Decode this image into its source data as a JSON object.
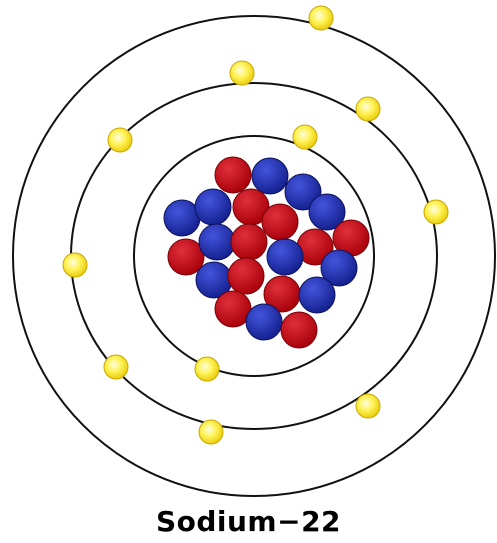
{
  "title": "Sodium−22",
  "colors": {
    "proton": "#c4000c",
    "neutron": "#1f2fb8",
    "electron": "#ffea2a",
    "orbit": "#111111"
  },
  "shells": [
    {
      "name": "shell-1",
      "electrons": 2
    },
    {
      "name": "shell-2",
      "electrons": 8
    },
    {
      "name": "shell-3",
      "electrons": 1
    }
  ],
  "nucleus": {
    "protons": 11,
    "neutrons": 11
  }
}
